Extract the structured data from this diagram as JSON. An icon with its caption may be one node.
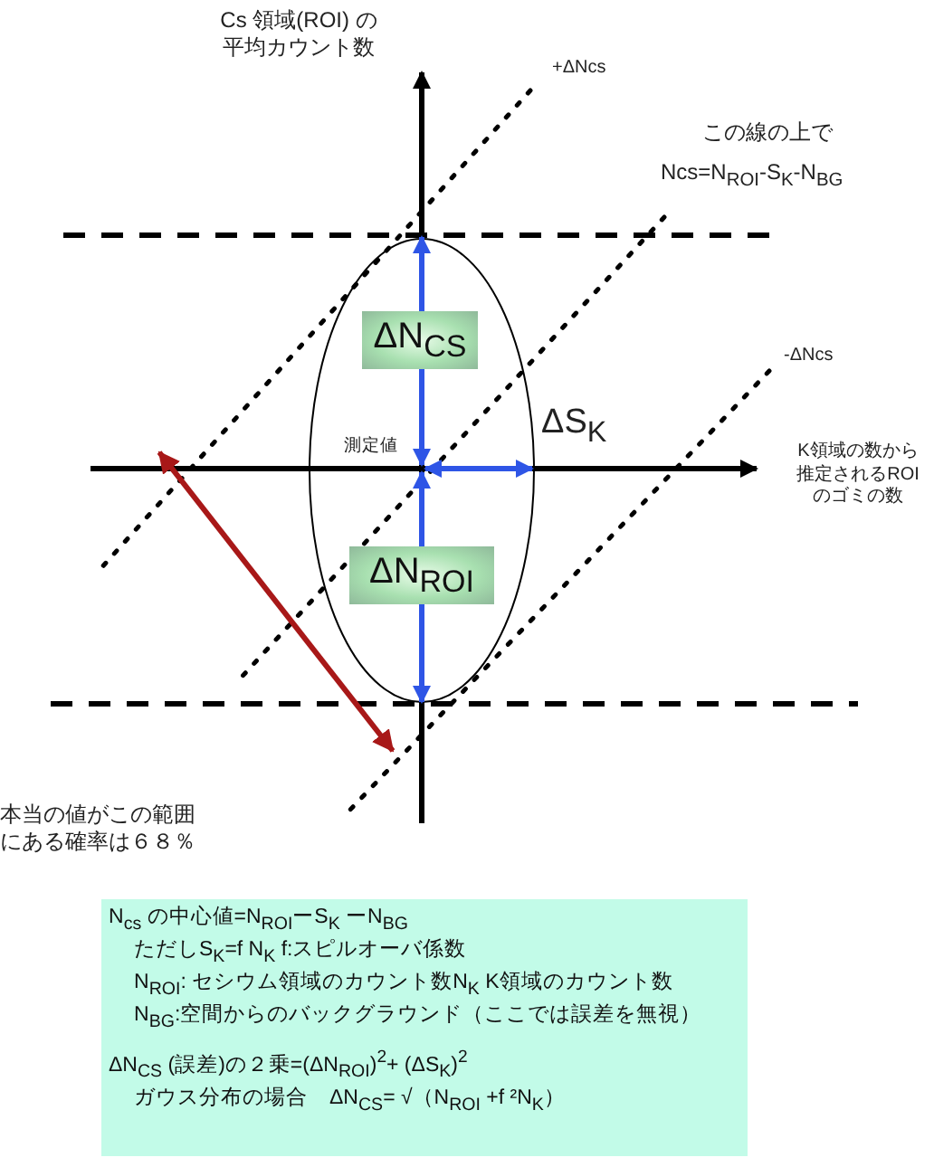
{
  "diagram": {
    "nodes": [
      {
        "text": [
          "ΔN$_{CS}$"
        ]
      },
      {
        "text": [
          "ΔN$_{ROI}$"
        ]
      },
      {
        "text": [
          "N$_{cs}$ の中心値=N$_{ROI}$ーS$_{K}$ ーN$_{BG}$",
          "ただしS$_{K}$=f N$_{K}$ f:スピルオーバ係数",
          "N$_{ROI}$: セシウム領域のカウント数N$_{K}$ K領域のカウント数",
          "N$_{BG}$:空間からのバックグラウンド（ここでは誤差を無視）",
          "ΔN$_{CS}$ (誤差)の２乗=(ΔN$_{ROI}$)$^{2}$+ (ΔS$_{K}$)$^{2}$",
          "ガウス分布の場合　ΔN$_{CS}$= √（N$_{ROI}$ +f ²N$_{K}$）"
        ]
      }
    ],
    "edges": [],
    "labels": [
      "Cs 領域(ROI) の平均カウント数",
      "+ΔNcs",
      "この線の上で",
      "Ncs=N$_{ROI}$-S$_{K}$-N$_{BG}$",
      "-ΔNcs",
      "測定値",
      "ΔS$_{K}$",
      "K領域の数から推定されるROI のゴミの数",
      "本当の値がこの範囲にある確率は６８％"
    ]
  }
}
